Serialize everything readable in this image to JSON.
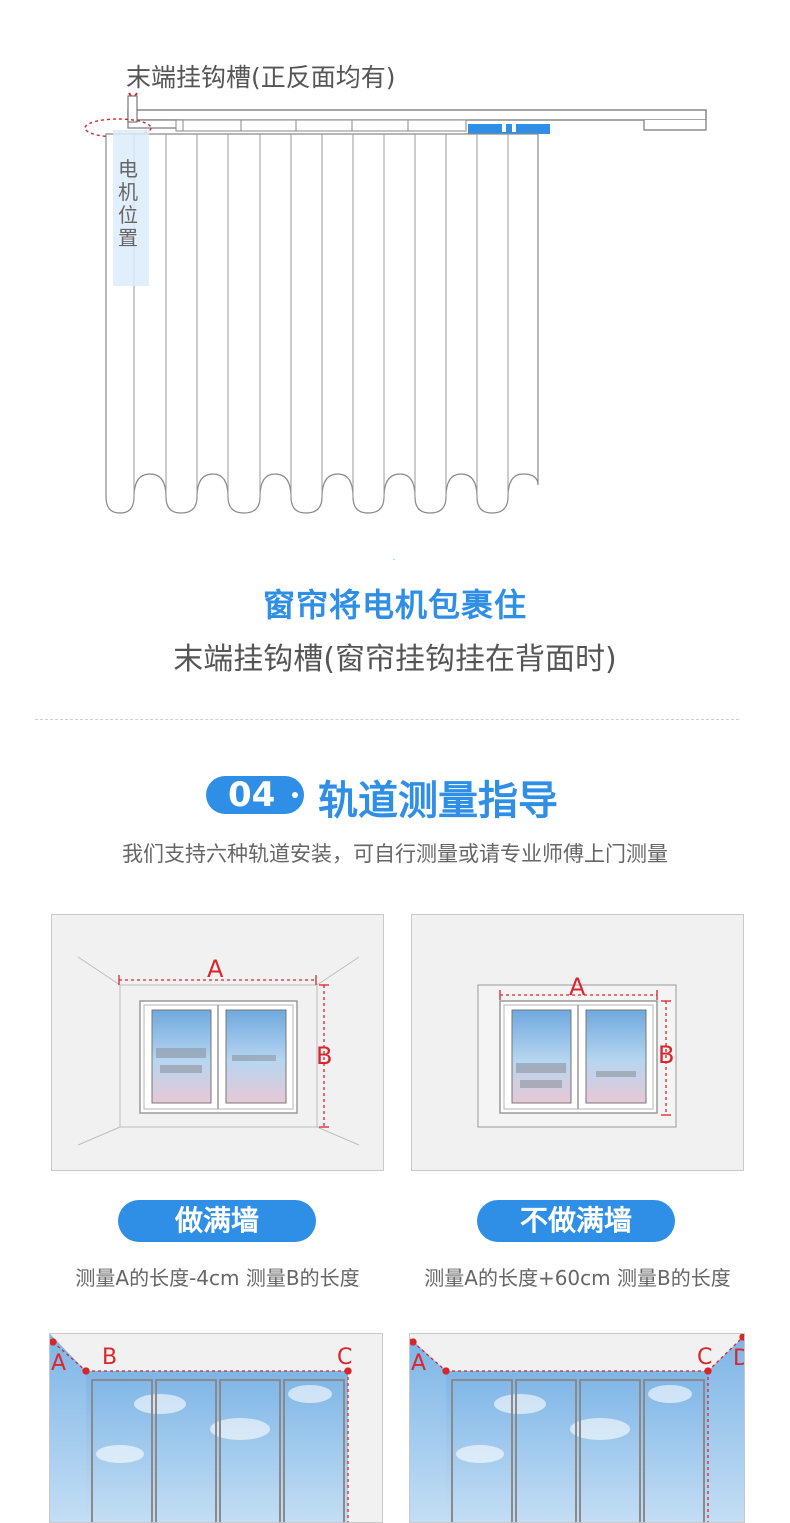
{
  "top_label": "末端挂钩槽(正反面均有)",
  "motor_label": "电机位置",
  "wrap_title": "窗帘将电机包裹住",
  "wrap_sub": "末端挂钩槽(窗帘挂钩挂在背面时)",
  "section": {
    "number": "04",
    "title": "轨道测量指导",
    "desc": "我们支持六种轨道安装，可自行测量或请专业师傅上门测量"
  },
  "cards": [
    {
      "label_a": "A",
      "label_b": "B",
      "pill": "做满墙",
      "caption": "测量A的长度-4cm 测量B的长度"
    },
    {
      "label_a": "A",
      "label_b": "B",
      "pill": "不做满墙",
      "caption": "测量A的长度+60cm 测量B的长度"
    }
  ],
  "bottom_cards": [
    {
      "labels": [
        "A",
        "B",
        "C"
      ]
    },
    {
      "labels": [
        "A",
        "C",
        "D"
      ]
    }
  ],
  "colors": {
    "accent": "#2f8fe6",
    "measure_red": "#d9252b"
  }
}
